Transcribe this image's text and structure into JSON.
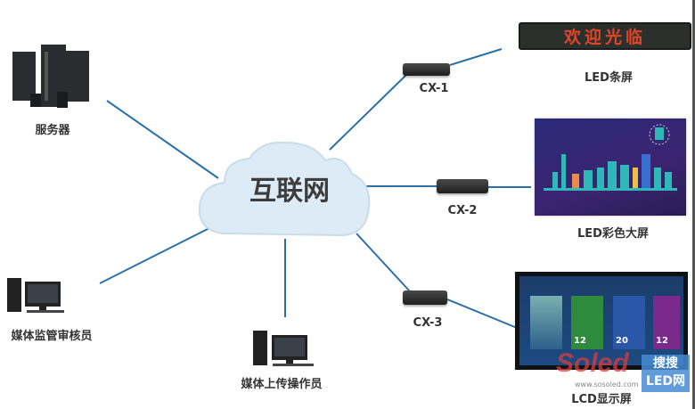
{
  "center": {
    "label": "互联网"
  },
  "nodes": {
    "server": "服务器",
    "reviewer": "媒体监管审核员",
    "uploader": "媒体上传操作员"
  },
  "controllers": [
    "CX-1",
    "CX-2",
    "CX-3"
  ],
  "displays": {
    "led_bar": {
      "label": "LED条屏",
      "text": "欢迎光临"
    },
    "led_color": {
      "label": "LED彩色大屏"
    },
    "lcd": {
      "label": "LCD显示屏",
      "tiles": [
        "12",
        "20",
        "12"
      ]
    }
  },
  "watermark": {
    "logo": "Soled",
    "url": "www.sosoled.com",
    "badge_top": "搜搜",
    "badge_bottom": "LED网"
  },
  "colors": {
    "line": "#2a6fa8",
    "cloud": "#dcebf6"
  }
}
